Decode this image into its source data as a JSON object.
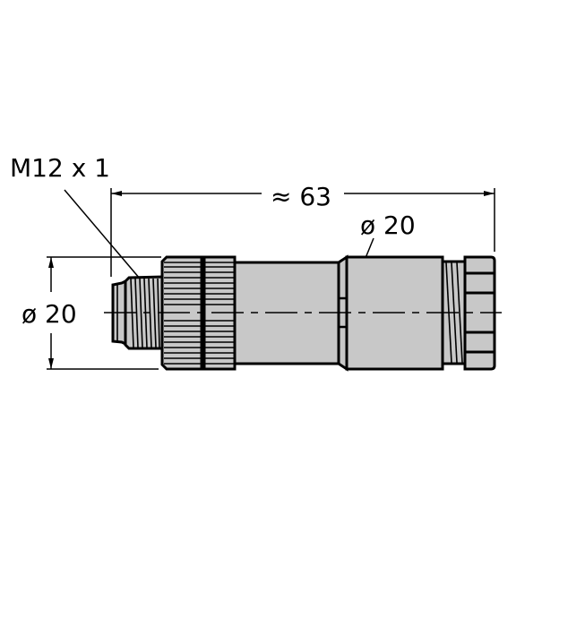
{
  "drawing": {
    "title": "M12 connector dimensional drawing",
    "units": "mm",
    "labels": {
      "thread": "M12 x 1",
      "overall_length": "≈ 63",
      "diameter_left": "ø 20",
      "diameter_body": "ø 20"
    },
    "dimensions": {
      "overall_length_value": "63",
      "overall_length_prefix": "≈",
      "diameter_left_value": "20",
      "diameter_body_value": "20",
      "thread_spec": "M12 x 1"
    },
    "parts": [
      {
        "name": "male-thread-nose",
        "description": "M12 threaded male tip"
      },
      {
        "name": "knurled-coupling-nut",
        "description": "Knurled coupling nut (two rings)"
      },
      {
        "name": "connector-body",
        "description": "Cylindrical grey body"
      },
      {
        "name": "rear-body",
        "description": "Rear housing ø20"
      },
      {
        "name": "cable-gland-thread",
        "description": "Rear thread"
      },
      {
        "name": "hex-nut",
        "description": "Pressure screw / hex nut"
      }
    ],
    "colors": {
      "fill": "#c8c8c8",
      "stroke": "#000000",
      "background": "#ffffff"
    }
  }
}
